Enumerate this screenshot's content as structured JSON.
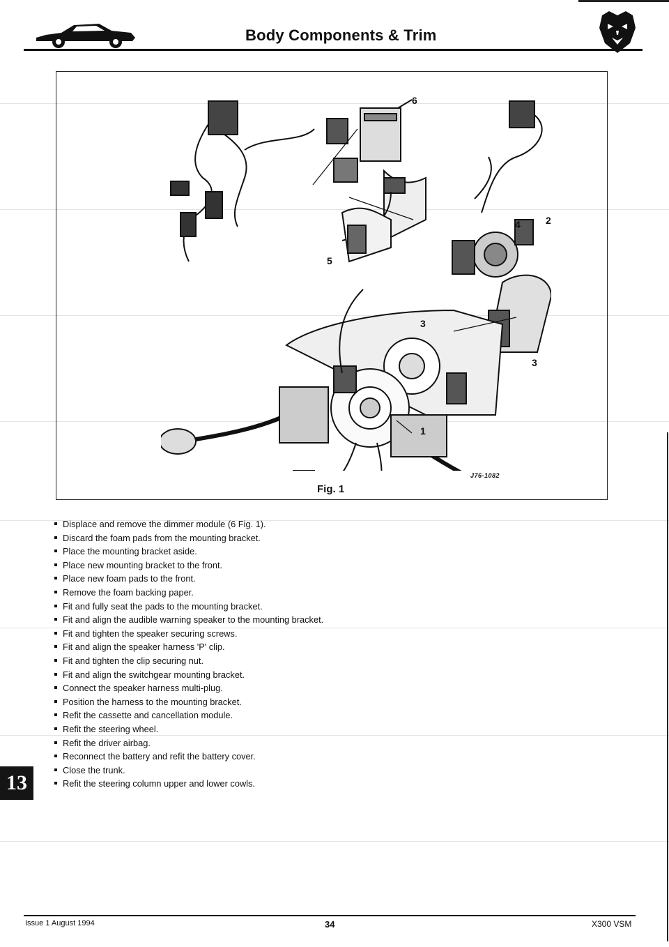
{
  "header": {
    "title": "Body Components & Trim",
    "car_logo_icon": "car-silhouette-icon",
    "brand_logo_icon": "jaguar-head-icon"
  },
  "figure": {
    "callouts": [
      "6",
      "4",
      "2",
      "5",
      "3",
      "3",
      "1"
    ],
    "reference": "J76-1082",
    "caption": "Fig. 1"
  },
  "steps": [
    "Displace and remove the dimmer module (6 Fig. 1).",
    "Discard the foam pads from the mounting bracket.",
    "Place the mounting bracket aside.",
    "Place new mounting bracket to the front.",
    "Place new foam pads to the front.",
    "Remove the foam backing paper.",
    "Fit and fully seat the pads to the mounting bracket.",
    "Fit and align the audible warning speaker to the mounting bracket.",
    "Fit and tighten the speaker securing screws.",
    "Fit and align the speaker harness 'P' clip.",
    "Fit and tighten the clip securing nut.",
    "Fit and align the switchgear mounting bracket.",
    "Connect the speaker harness multi-plug.",
    "Position the harness to the mounting bracket.",
    "Refit the cassette and cancellation module.",
    "Refit the steering wheel.",
    "Refit the driver airbag.",
    "Reconnect the battery and refit the battery cover.",
    "Close the trunk.",
    "Refit the steering column upper and lower cowls."
  ],
  "section_tab": "13",
  "footer": {
    "issue": "Issue 1 August 1994",
    "page_number": "34",
    "document": "X300 VSM"
  }
}
